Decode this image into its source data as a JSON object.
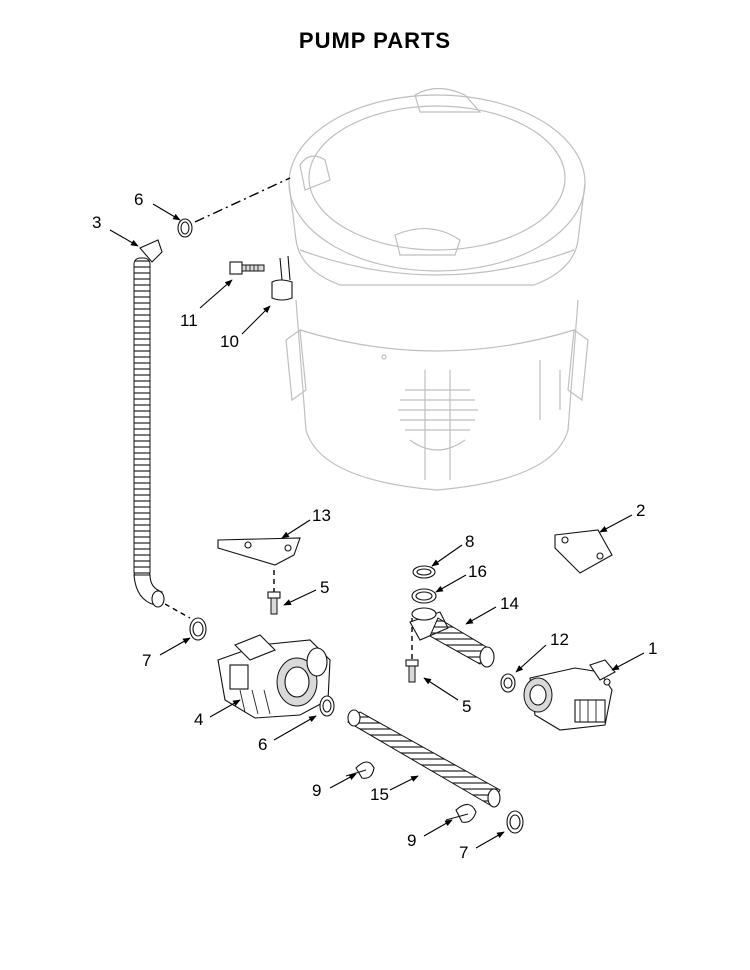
{
  "title": "PUMP PARTS",
  "callouts": [
    {
      "id": "c6a",
      "label": "6"
    },
    {
      "id": "c3",
      "label": "3"
    },
    {
      "id": "c11",
      "label": "11"
    },
    {
      "id": "c10",
      "label": "10"
    },
    {
      "id": "c13",
      "label": "13"
    },
    {
      "id": "c2",
      "label": "2"
    },
    {
      "id": "c8",
      "label": "8"
    },
    {
      "id": "c16",
      "label": "16"
    },
    {
      "id": "c5a",
      "label": "5"
    },
    {
      "id": "c14",
      "label": "14"
    },
    {
      "id": "c7a",
      "label": "7"
    },
    {
      "id": "c12",
      "label": "12"
    },
    {
      "id": "c1",
      "label": "1"
    },
    {
      "id": "c4",
      "label": "4"
    },
    {
      "id": "c5b",
      "label": "5"
    },
    {
      "id": "c6b",
      "label": "6"
    },
    {
      "id": "c9a",
      "label": "9"
    },
    {
      "id": "c15",
      "label": "15"
    },
    {
      "id": "c9b",
      "label": "9"
    },
    {
      "id": "c7b",
      "label": "7"
    }
  ]
}
